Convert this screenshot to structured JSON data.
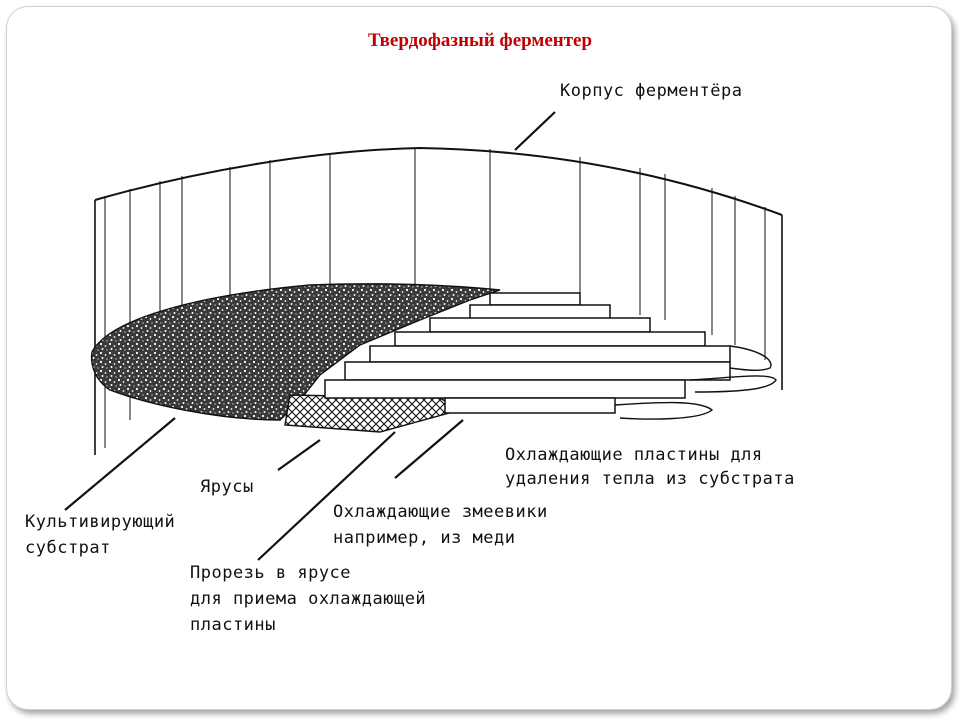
{
  "title": "Твердофазный ферментер",
  "labels": {
    "housing": "Корпус ферментёра",
    "cooling_plates_1": "Охлаждающие пластины для",
    "cooling_plates_2": "удаления тепла из субстрата",
    "tiers": "Ярусы",
    "coils_1": "Охлаждающие змеевики",
    "coils_2": "например, из меди",
    "substrate_1": "Культивирующий",
    "substrate_2": "субстрат",
    "slot_1": "Прорезь в ярусе",
    "slot_2": "для приема охлаждающей",
    "slot_3": "пластины"
  }
}
